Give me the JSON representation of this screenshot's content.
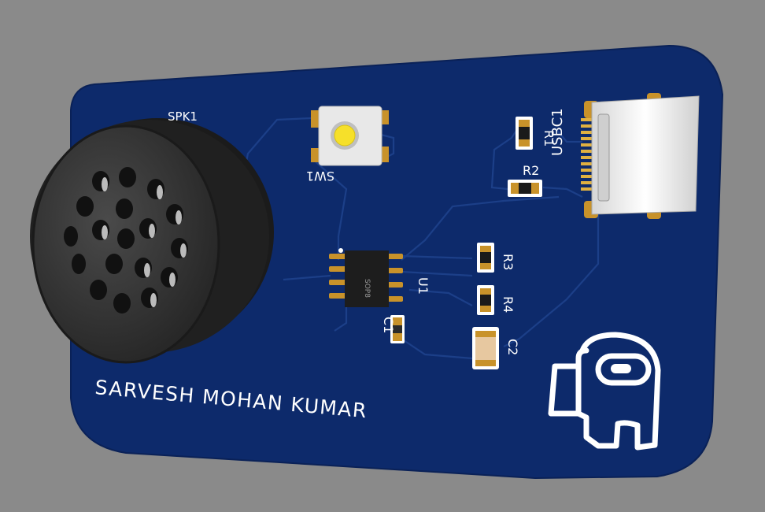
{
  "board": {
    "owner_name": "SARVESH MOHAN KUMAR",
    "colors": {
      "background": "#8a8a8a",
      "pcb": "#0d2a6b",
      "trace": "#1c3f88",
      "silkscreen": "#ffffff",
      "pad": "#c8922a"
    }
  },
  "components": {
    "speaker": {
      "ref": "SPK1"
    },
    "switch": {
      "ref": "SW1"
    },
    "ic": {
      "ref": "U1",
      "marking": "SOP8"
    },
    "usb": {
      "ref": "USBC1"
    },
    "r1": {
      "ref": "R1"
    },
    "r2": {
      "ref": "R2"
    },
    "r3": {
      "ref": "R3"
    },
    "r4": {
      "ref": "R4"
    },
    "c1": {
      "ref": "C1"
    },
    "c2": {
      "ref": "C2"
    }
  },
  "logo": {
    "icon": "among-us-crewmate-icon"
  }
}
